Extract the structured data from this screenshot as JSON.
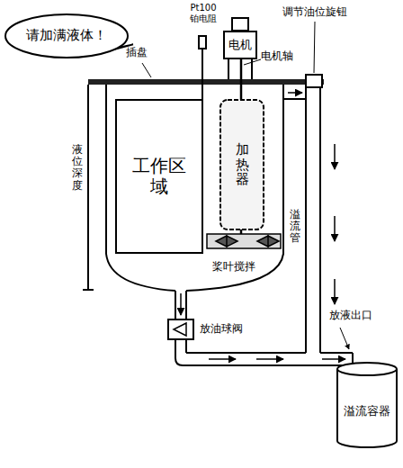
{
  "diagram": {
    "nodes": [
      {
        "text": [
          "请加满液体！"
        ]
      },
      {
        "text": [
          "电机"
        ]
      },
      {
        "text": [
          "工作区域"
        ]
      },
      {
        "text": [
          "加热器"
        ]
      },
      {
        "text": [
          "溢流容器"
        ]
      }
    ],
    "labels": [
      "Pt100 铂电阻",
      "插盘",
      "电机轴",
      "调节油位旋钮",
      "液位深度",
      "溢流管",
      "桨叶搅拌",
      "放油球阀",
      "放液出口"
    ]
  }
}
